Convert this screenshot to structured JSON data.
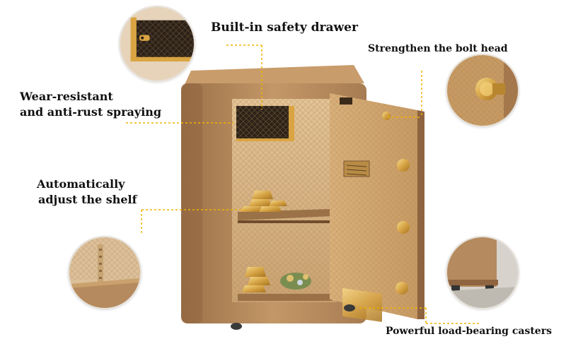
{
  "callouts": {
    "drawer": "Built-in safety drawer",
    "bolt": "Strengthen the bolt head",
    "wear_line1": "Wear-resistant",
    "wear_line2": "and anti-rust spraying",
    "shelf_line1": "Automatically",
    "shelf_line2": "adjust the shelf",
    "casters": "Powerful load-bearing casters"
  },
  "colors": {
    "safe_body": "#b58a5e",
    "safe_dark": "#7a5534",
    "interior": "#d9b98c",
    "gold": "#d9a441",
    "callout_line": "#f0b400",
    "label_text": "#111111"
  }
}
